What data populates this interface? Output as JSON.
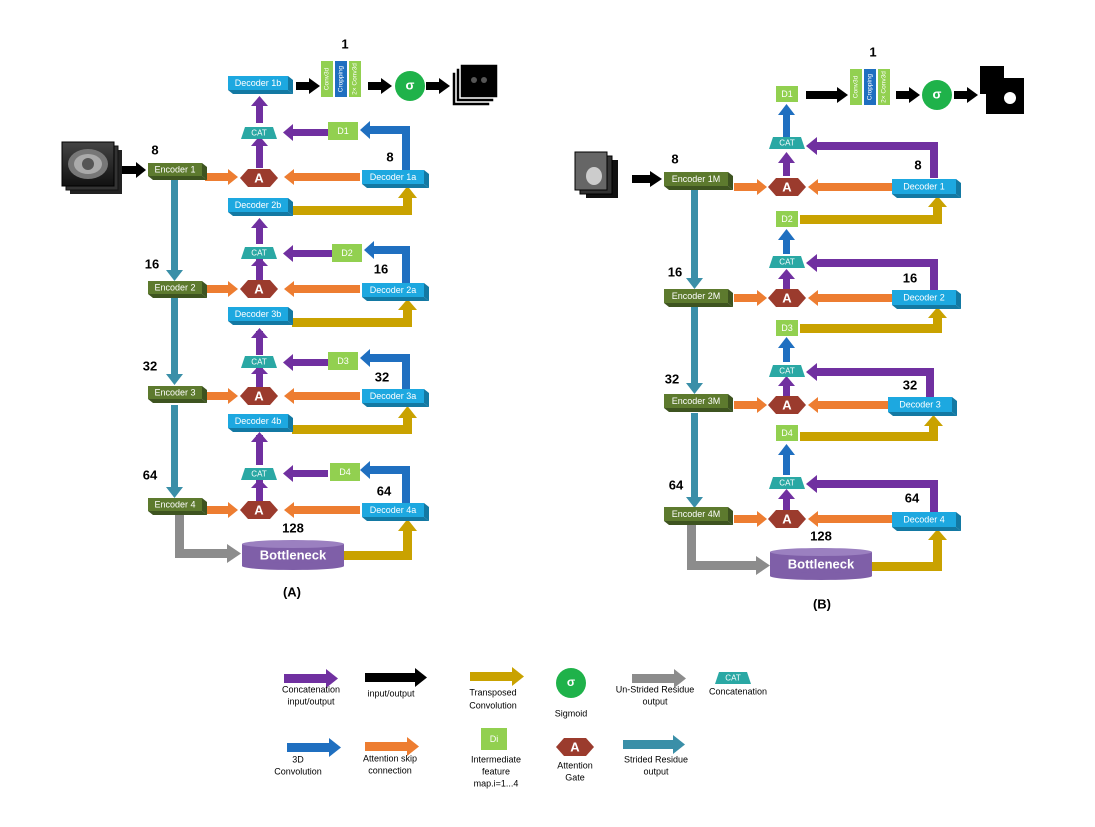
{
  "colors": {
    "encoder": "#5d7a2e",
    "decoder": "#1da8e0",
    "cat": "#2aa8a4",
    "attention": "#9b3b2d",
    "intermediate": "#92d050",
    "bottleneck": "#7f5fa8",
    "concat_arrow": "#7030a0",
    "io_arrow": "#000000",
    "transposed_arrow": "#c9a200",
    "conv3d_arrow": "#1f6fc0",
    "attention_skip_arrow": "#ed7d31",
    "unstrided_arrow": "#8c8c8c",
    "strided_arrow": "#3a8fa8",
    "sigmoid": "#1fb24a"
  },
  "panel_a": {
    "caption": "(A)",
    "encoders": [
      "Encoder 1",
      "Encoder 2",
      "Encoder 3",
      "Encoder 4"
    ],
    "decoders_a": [
      "Decoder 1a",
      "Decoder 2a",
      "Decoder 3a",
      "Decoder 4a"
    ],
    "decoders_b": [
      "Decoder 1b",
      "Decoder 2b",
      "Decoder 3b",
      "Decoder 4b"
    ],
    "intermediate": [
      "D1",
      "D2",
      "D3",
      "D4"
    ],
    "channels": [
      "8",
      "16",
      "32",
      "64"
    ],
    "bottleneck_channels": "128",
    "output_channels": "1",
    "cat_label": "CAT",
    "attention_label": "A",
    "bottleneck_label": "Bottleneck",
    "head_blocks": [
      "Conv3d",
      "Cropping",
      "2× Conv3d"
    ],
    "sigmoid_symbol": "σ"
  },
  "panel_b": {
    "caption": "(B)",
    "encoders": [
      "Encoder 1M",
      "Encoder 2M",
      "Encoder 3M",
      "Encoder 4M"
    ],
    "decoders": [
      "Decoder 1",
      "Decoder 2",
      "Decoder 3",
      "Decoder 4"
    ],
    "intermediate": [
      "D1",
      "D2",
      "D3",
      "D4"
    ],
    "channels": [
      "8",
      "16",
      "32",
      "64"
    ],
    "bottleneck_channels": "128",
    "output_channels": "1",
    "cat_label": "CAT",
    "attention_label": "A",
    "bottleneck_label": "Bottleneck",
    "head_blocks": [
      "Conv3d",
      "Cropping",
      "2× Conv3d"
    ],
    "sigmoid_symbol": "σ"
  },
  "legend": {
    "concatenation": "Concatenation",
    "input_output": "input/output",
    "transposed_l1": "Transposed",
    "transposed_l2": "Convolution",
    "sigmoid_symbol": "σ",
    "sigmoid": "Sigmoid",
    "unstrided_l1": "Un-Strided Residue",
    "unstrided_l2": "output",
    "cat_symbol": "CAT",
    "cat_text": "Concatenation",
    "conv3d_l1": "3D",
    "conv3d_l2": "Convolution",
    "attn_skip_l1": "Attention skip",
    "attn_skip_l2": "connection",
    "di_symbol": "Di",
    "inter_l1": "Intermediate",
    "inter_l2": "feature",
    "inter_l3": "map.i=1...4",
    "attn_gate_symbol": "A",
    "attn_gate_l1": "Attention",
    "attn_gate_l2": "Gate",
    "strided_l1": "Strided Residue",
    "strided_l2": "output"
  }
}
